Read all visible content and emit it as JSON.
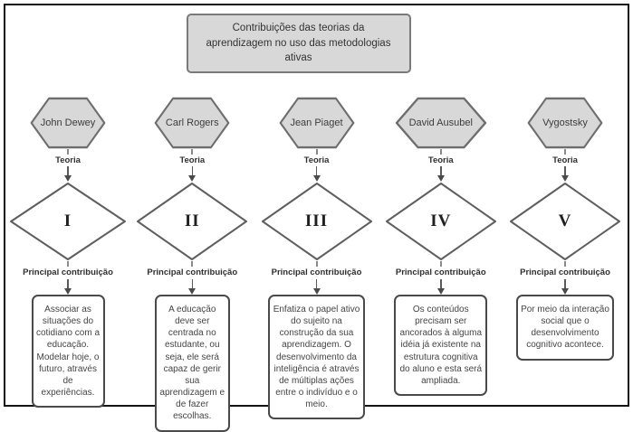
{
  "title": "Contribuições das teorias da aprendizagem no uso das metodologias ativas",
  "labels": {
    "theory": "Teoria",
    "contribution": "Principal contribuição"
  },
  "columns": [
    {
      "theorist": "John Dewey",
      "numeral": "I",
      "contribution": "Associar as situações do cotidiano com a educação. Modelar hoje, o futuro, através de experiências."
    },
    {
      "theorist": "Carl Rogers",
      "numeral": "II",
      "contribution": "A educação deve ser centrada no estudante, ou seja, ele será capaz de gerir sua aprendizagem e de fazer escolhas."
    },
    {
      "theorist": "Jean Piaget",
      "numeral": "III",
      "contribution": "Enfatiza o papel ativo do sujeito na construção da sua aprendizagem. O desenvolvimento da inteligência é através de múltiplas ações entre o indivíduo e o meio."
    },
    {
      "theorist": "David Ausubel",
      "numeral": "IV",
      "contribution": "Os conteúdos precisam ser ancorados à alguma idéia já existente na estrutura cognitiva do aluno e esta será ampliada."
    },
    {
      "theorist": "Vygostsky",
      "numeral": "V",
      "contribution": "Por meio da interação social que o desenvolvimento cognitivo acontece."
    }
  ],
  "colors": {
    "shape_fill": "#d8d8d8",
    "shape_border": "#6e6e6e",
    "diamond_border": "#5f5f5f",
    "box_border": "#4a4a4a",
    "frame": "#141414"
  }
}
